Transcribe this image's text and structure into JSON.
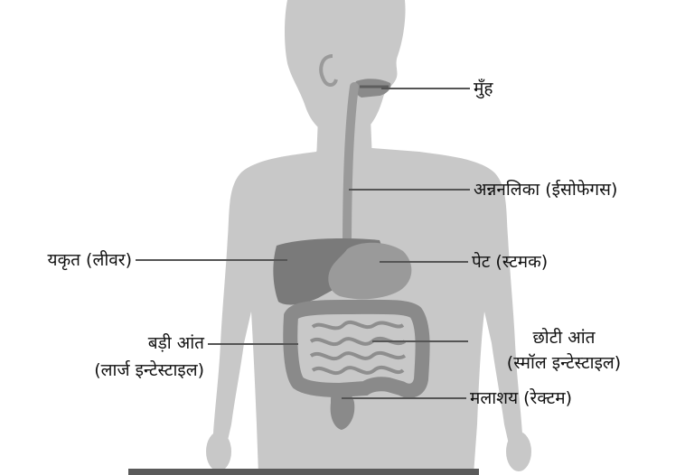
{
  "labels": {
    "mouth": "मुँह",
    "esophagus": "अन्ननलिका (ईसोफेगस)",
    "liver": "यकृत (लीवर)",
    "stomach": "पेट (स्टमक)",
    "large_intestine_line1": "बड़ी आंत",
    "large_intestine_line2": "(लार्ज इन्टेस्टाइल)",
    "small_intestine_line1": "छोटी आंत",
    "small_intestine_line2": "(स्मॉल इन्टेस्टाइल)",
    "rectum": "मलाशय (रेक्टम)"
  },
  "colors": {
    "body": "#c8c8c8",
    "organ_dark": "#7a7a7a",
    "organ_mid": "#9a9a9a",
    "leader_line": "#555555",
    "text": "#111111"
  }
}
